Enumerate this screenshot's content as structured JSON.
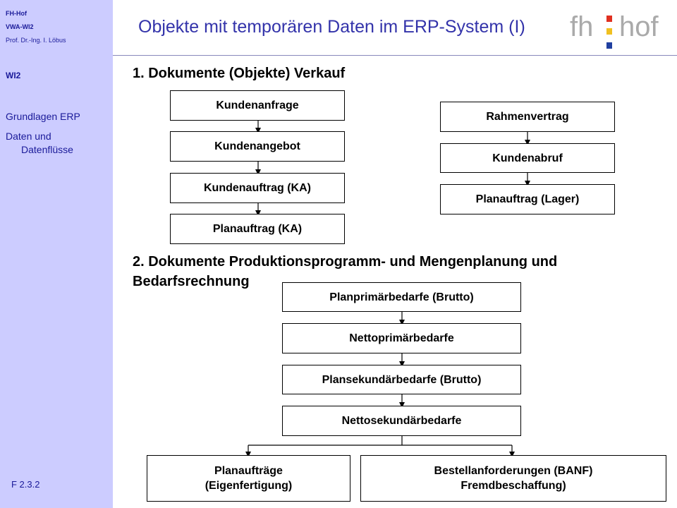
{
  "sidebar": {
    "org": "FH-Hof",
    "course": "VWA-WI2",
    "author": "Prof. Dr.-Ing. I. Löbus",
    "section": "WI2",
    "nav": [
      "Grundlagen ERP",
      "Daten und",
      "Datenflüsse"
    ],
    "slide_code": "F 2.3.2"
  },
  "header": {
    "title": "Objekte mit temporären Daten im ERP-System (I)",
    "logo_left": "fh",
    "logo_right": "hof",
    "logo_colors": [
      "#e03020",
      "#f0c020",
      "#2040a0"
    ]
  },
  "section1": {
    "heading": "1. Dokumente (Objekte) Verkauf",
    "left_chain": [
      "Kundenanfrage",
      "Kundenangebot",
      "Kundenauftrag (KA)",
      "Planauftrag (KA)"
    ],
    "right_chain": [
      "Rahmenvertrag",
      "Kundenabruf",
      "Planauftrag (Lager)"
    ]
  },
  "section2": {
    "heading_line1": "2. Dokumente Produktionsprogramm- und Mengenplanung und",
    "heading_line2": "Bedarfsrechnung",
    "chain": [
      "Planprimärbedarfe (Brutto)",
      "Nettoprimärbedarfe",
      "Plansekundärbedarfe (Brutto)",
      "Nettosekundärbedarfe"
    ],
    "branch_left_1": "Planaufträge",
    "branch_left_2": "(Eigenfertigung)",
    "branch_right_1": "Bestellanforderungen (BANF)",
    "branch_right_2": "Fremdbeschaffung)"
  }
}
